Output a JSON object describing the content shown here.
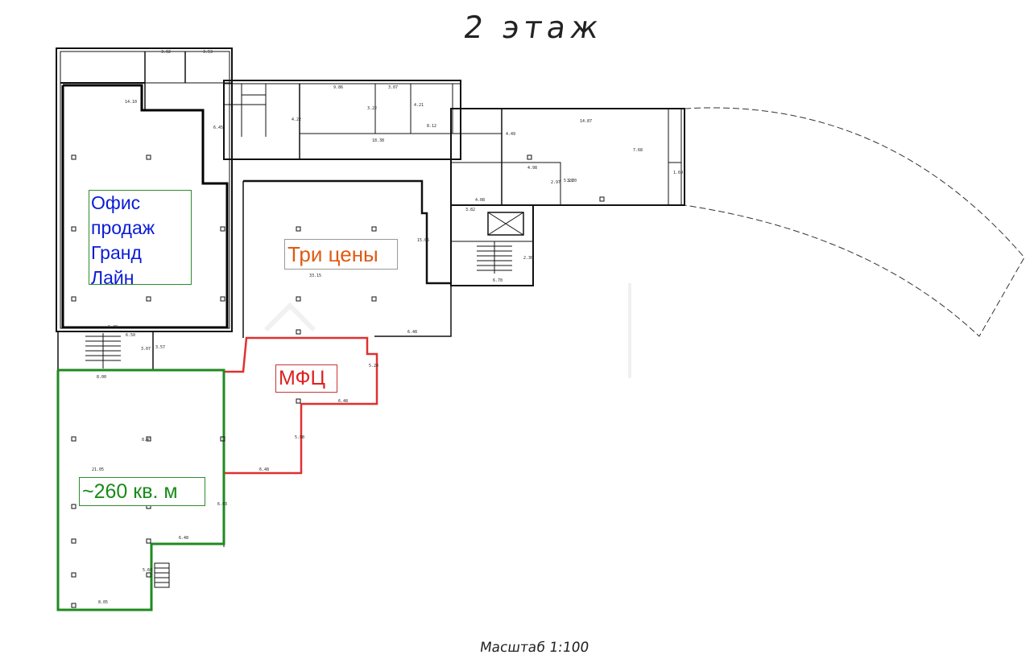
{
  "title": "2 этаж",
  "scale_label": "Масштаб 1:100",
  "zones": {
    "office": [
      "Офис",
      "продаж",
      "Гранд",
      "Лайн"
    ],
    "tri_ceny": "Три цены",
    "mfc": "МФЦ",
    "area": "~260 кв. м"
  },
  "colors": {
    "office_text": "#0a1bd6",
    "tri_ceny_text": "#e05a12",
    "mfc_outline": "#e03030",
    "area_outline": "#1f8a1f",
    "walls": "#111111"
  },
  "dimensions": {
    "d1": "14.10",
    "d2": "6.45",
    "d3": "33.15",
    "d4": "15.05",
    "d5": "6.48",
    "d6": "5.24",
    "d7": "6.48",
    "d8": "5.98",
    "d9": "6.48",
    "d10": "21.05",
    "d11": "6.03",
    "d12": "6.48",
    "d13": "5.60",
    "d14": "8.05",
    "d15": "8.00",
    "d16": "6.48",
    "d17": "6.50",
    "d18": "3.07",
    "d19": "3.57",
    "d20": "14.87",
    "d21": "7.68",
    "d22": "5.20",
    "d23": "4.98",
    "d24": "2.97",
    "d25": "6.70",
    "d26": "3.82",
    "d27": "2.30",
    "d28": "9.86",
    "d29": "3.07",
    "d30": "3.22",
    "d31": "18.38",
    "d32": "3.02",
    "d33": "3.53",
    "d34": "4.21",
    "d35": "4.22",
    "d36": "8.12",
    "d37": "4.49",
    "d38": "3.20",
    "d39": "1.60",
    "d40": "4.08",
    "d41": "8.41"
  }
}
